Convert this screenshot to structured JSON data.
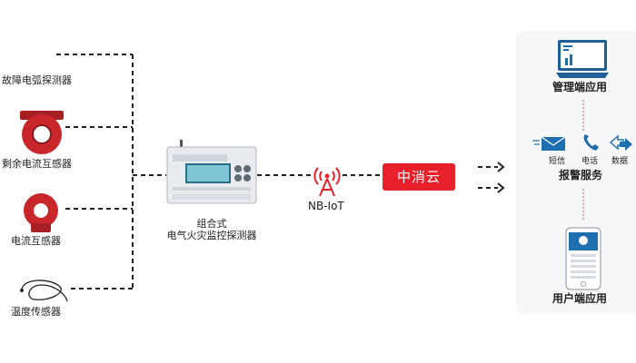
{
  "sensors": [
    {
      "label": "故障电弧探测器"
    },
    {
      "label": "剩余电流互感器"
    },
    {
      "label": "电流互感器"
    },
    {
      "label": "温度传感器"
    }
  ],
  "device": {
    "line1": "组合式",
    "line2": "电气火灾监控探测器"
  },
  "network": {
    "label": "NB-IoT"
  },
  "cloud": {
    "label": "中消云"
  },
  "panel": {
    "manage_label": "管理端应用",
    "alarm_label": "报警服务",
    "sms_label": "短信",
    "phone_label": "电话",
    "data_label": "数据",
    "user_label": "用户端应用"
  },
  "colors": {
    "accent_red": "#e8202a",
    "sensor_red": "#c8262b",
    "icon_blue": "#1e6fb0"
  }
}
